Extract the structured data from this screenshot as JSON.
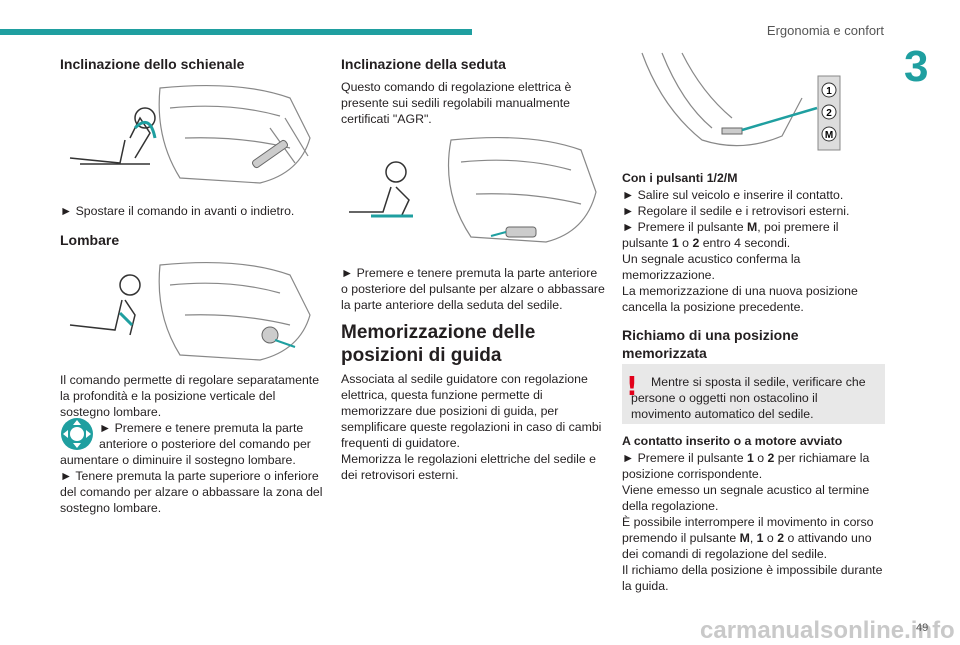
{
  "header": {
    "section": "Ergonomia e confort",
    "chapter": "3",
    "page_number": "49"
  },
  "col1": {
    "h_schienale": "Inclinazione dello schienale",
    "p_schienale": "► Spostare il comando in avanti o indietro.",
    "h_lombare": "Lombare",
    "p_lombare_1": "Il comando permette di regolare separatamente",
    "p_lombare_2": "la profondità e la posizione verticale del",
    "p_lombare_3": "sostegno lombare.",
    "p_lombare_4": "► Premere e tenere premuta la parte",
    "p_lombare_5": "anteriore o posteriore del comando per",
    "p_lombare_6": "aumentare o diminuire il sostegno lombare.",
    "p_lombare_7": "► Tenere premuta la parte superiore o inferiore",
    "p_lombare_8": "del comando per alzare o abbassare la zona del",
    "p_lombare_9": "sostegno lombare."
  },
  "col2": {
    "h_seduta": "Inclinazione della seduta",
    "p_seduta_1": "Questo comando di regolazione elettrica è",
    "p_seduta_2": "presente sui sedili regolabili manualmente",
    "p_seduta_3": "certificati \"AGR\".",
    "p_seduta_4": "► Premere e tenere premuta la parte anteriore",
    "p_seduta_5": "o posteriore del pulsante per alzare o abbassare",
    "p_seduta_6": "la parte anteriore della seduta del sedile.",
    "h_mem_1": "Memorizzazione delle",
    "h_mem_2": "posizioni di guida",
    "p_mem_1": "Associata al sedile guidatore con regolazione",
    "p_mem_2": "elettrica, questa funzione permette di",
    "p_mem_3": "memorizzare due posizioni di guida, per",
    "p_mem_4": "semplificare queste regolazioni in caso di cambi",
    "p_mem_5": "frequenti di guidatore.",
    "p_mem_6": "Memorizza le regolazioni elettriche del sedile e",
    "p_mem_7": "dei retrovisori esterni."
  },
  "col3": {
    "buttons": [
      "1",
      "2",
      "M"
    ],
    "h_pulsanti": "Con i pulsanti 1/2/M",
    "p_1": "► Salire sul veicolo e inserire il contatto.",
    "p_2": "► Regolare il sedile e i retrovisori esterni.",
    "p_3a": "► Premere il pulsante ",
    "p_3b": "M",
    "p_3c": ", poi premere il",
    "p_4a": "pulsante ",
    "p_4b": "1",
    "p_4c": " o ",
    "p_4d": "2",
    "p_4e": " entro 4 secondi.",
    "p_5": "Un segnale acustico conferma la",
    "p_6": "memorizzazione.",
    "p_7": "La memorizzazione di una nuova posizione",
    "p_8": "cancella la posizione precedente.",
    "h_richiamo_1": "Richiamo di una posizione",
    "h_richiamo_2": "memorizzata",
    "warn_1": "Mentre si sposta il sedile, verificare che",
    "warn_2": "persone o oggetti non ostacolino il",
    "warn_3": "movimento automatico del sedile.",
    "h_contatto": "A contatto inserito o a motore avviato",
    "r_1a": "► Premere il pulsante ",
    "r_1b": "1",
    "r_1c": " o ",
    "r_1d": "2",
    "r_1e": " per richiamare la",
    "r_2": "posizione corrispondente.",
    "r_3": "Viene emesso un segnale acustico al termine",
    "r_4": "della regolazione.",
    "r_5": "È possibile interrompere il movimento in corso",
    "r_6a": "premendo il pulsante ",
    "r_6b": "M",
    "r_6c": ", ",
    "r_6d": "1",
    "r_6e": " o ",
    "r_6f": "2",
    "r_6g": " o attivando uno",
    "r_7": "dei comandi di regolazione del sedile.",
    "r_8": "Il richiamo della posizione è impossibile durante",
    "r_9": "la guida."
  },
  "watermark": "carmanualsonline.info",
  "colors": {
    "accent": "#1f9fa0",
    "warning": "#e2001a",
    "warn_bg": "#e8e8e8"
  }
}
